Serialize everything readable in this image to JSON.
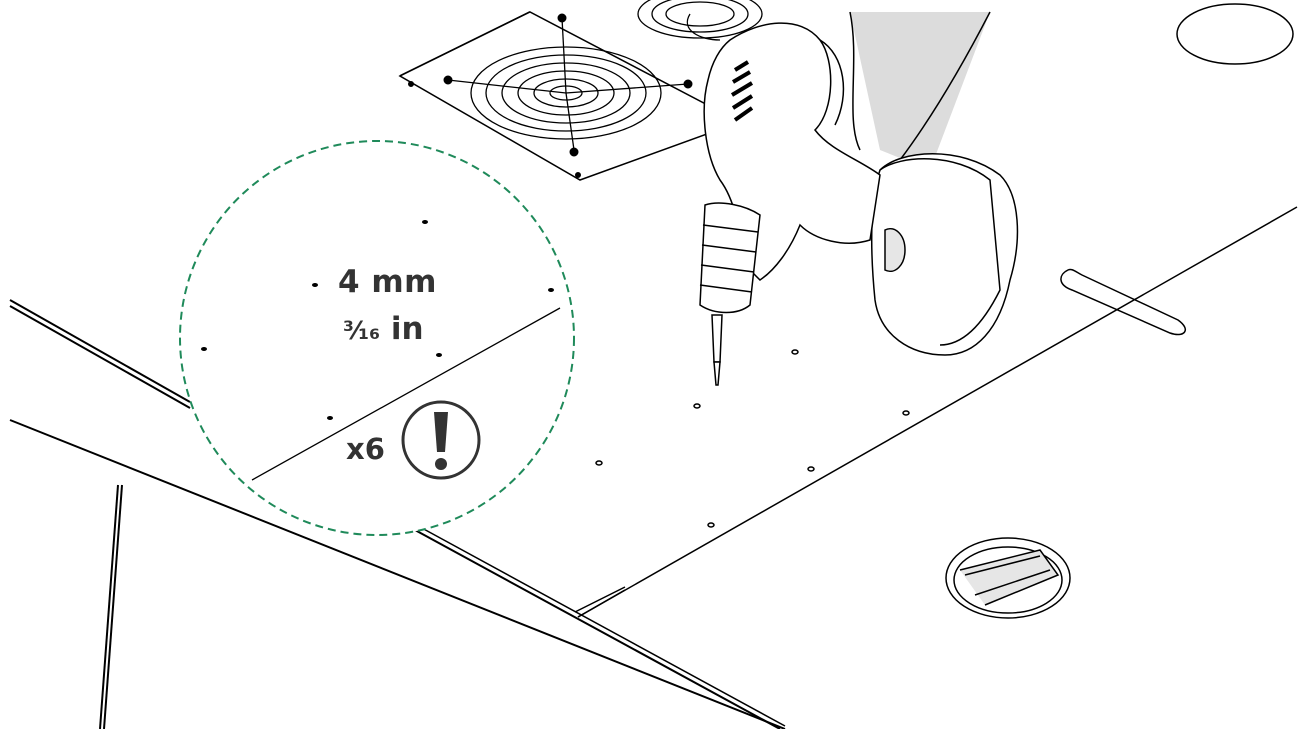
{
  "callout": {
    "drill_size_metric": "4 mm",
    "drill_size_imperial_fraction": "³⁄₁₆",
    "drill_size_imperial_unit": "in",
    "quantity": "x6",
    "callout_border_color": "#1f8a5a",
    "text_color": "#333333"
  },
  "icons": {
    "attention": "exclamation-circle-icon",
    "fan": "fan-guard-icon",
    "drill": "cordless-drill-icon",
    "cutout": "cable-grommet-icon"
  }
}
